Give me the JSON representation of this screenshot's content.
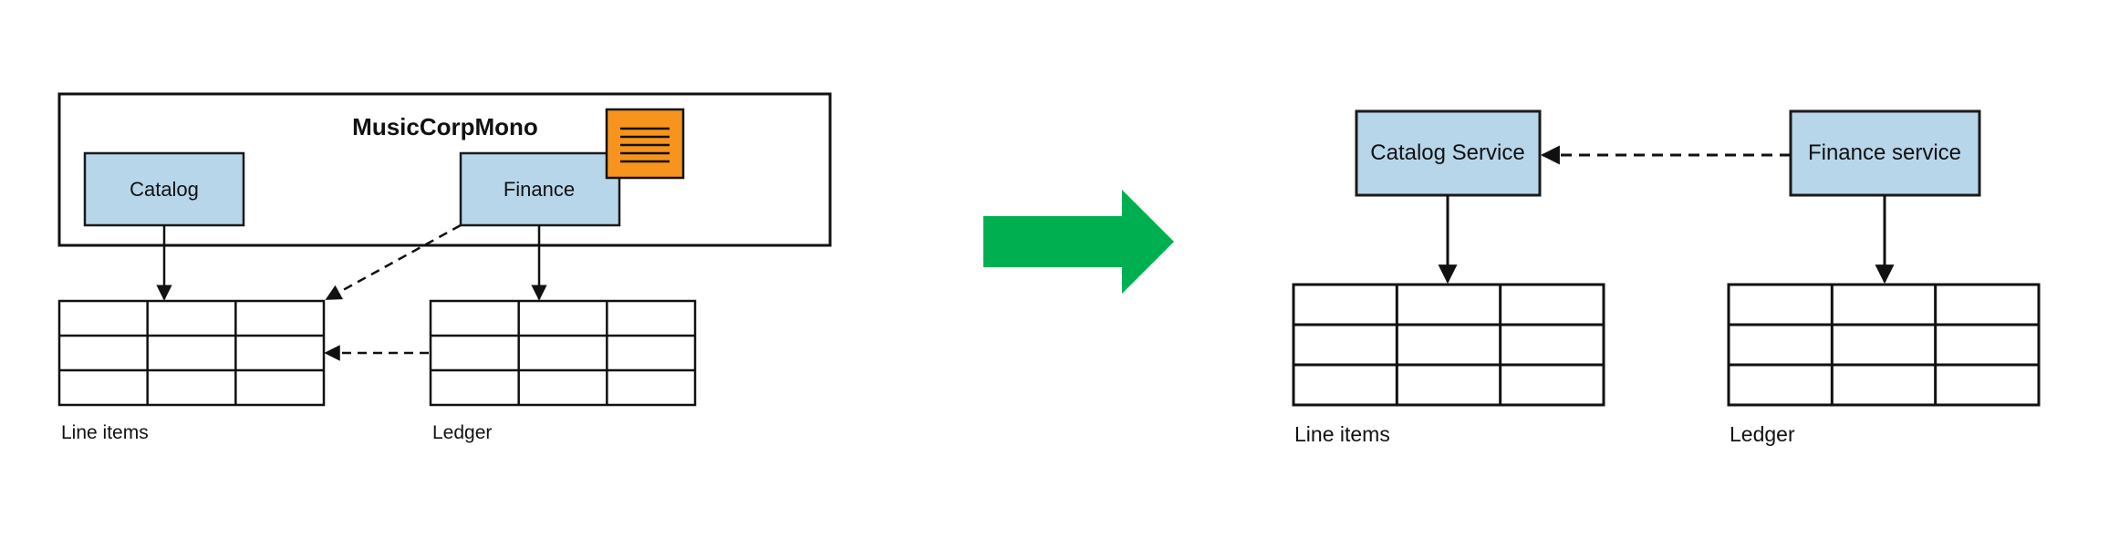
{
  "colors": {
    "service_fill": "#b7d6ea",
    "service_stroke": "#1a1a1a",
    "note_fill": "#f7941d",
    "arrow_green": "#00b050",
    "line": "#111111"
  },
  "before": {
    "monolith_title": "MusicCorpMono",
    "modules": {
      "catalog": "Catalog",
      "finance": "Finance"
    },
    "note_icon": "document-icon",
    "tables": {
      "line_items": "Line items",
      "ledger": "Ledger"
    }
  },
  "transition_icon": "right-arrow-icon",
  "after": {
    "services": {
      "catalog": "Catalog Service",
      "finance": "Finance service"
    },
    "tables": {
      "line_items": "Line items",
      "ledger": "Ledger"
    }
  }
}
